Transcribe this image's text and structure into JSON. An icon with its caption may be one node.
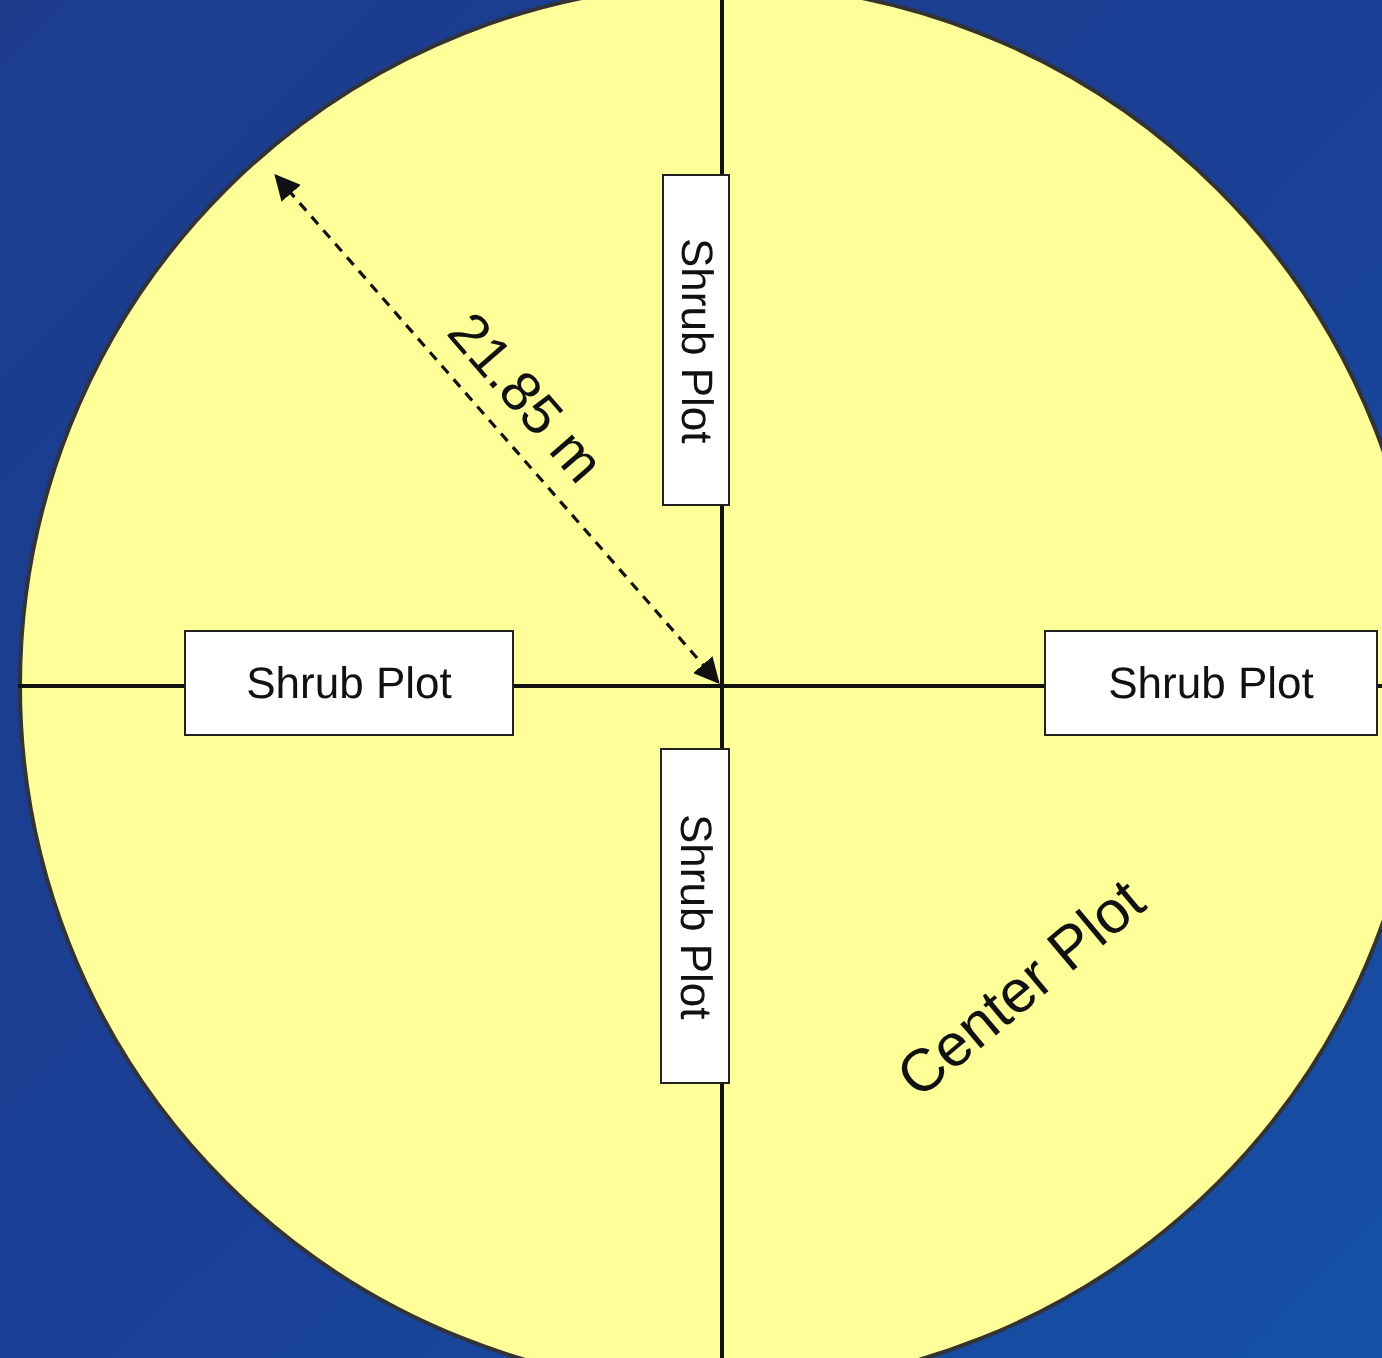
{
  "diagram": {
    "nodes": [
      {
        "text": [
          "Center Plot"
        ]
      },
      {
        "text": [
          "Shrub Plot"
        ],
        "in": 0
      },
      {
        "text": [
          "Shrub Plot"
        ],
        "in": 0
      },
      {
        "text": [
          "Shrub Plot"
        ],
        "in": 0
      },
      {
        "text": [
          "Shrub Plot"
        ],
        "in": 0
      }
    ],
    "labels": [
      "21.85 m"
    ]
  }
}
